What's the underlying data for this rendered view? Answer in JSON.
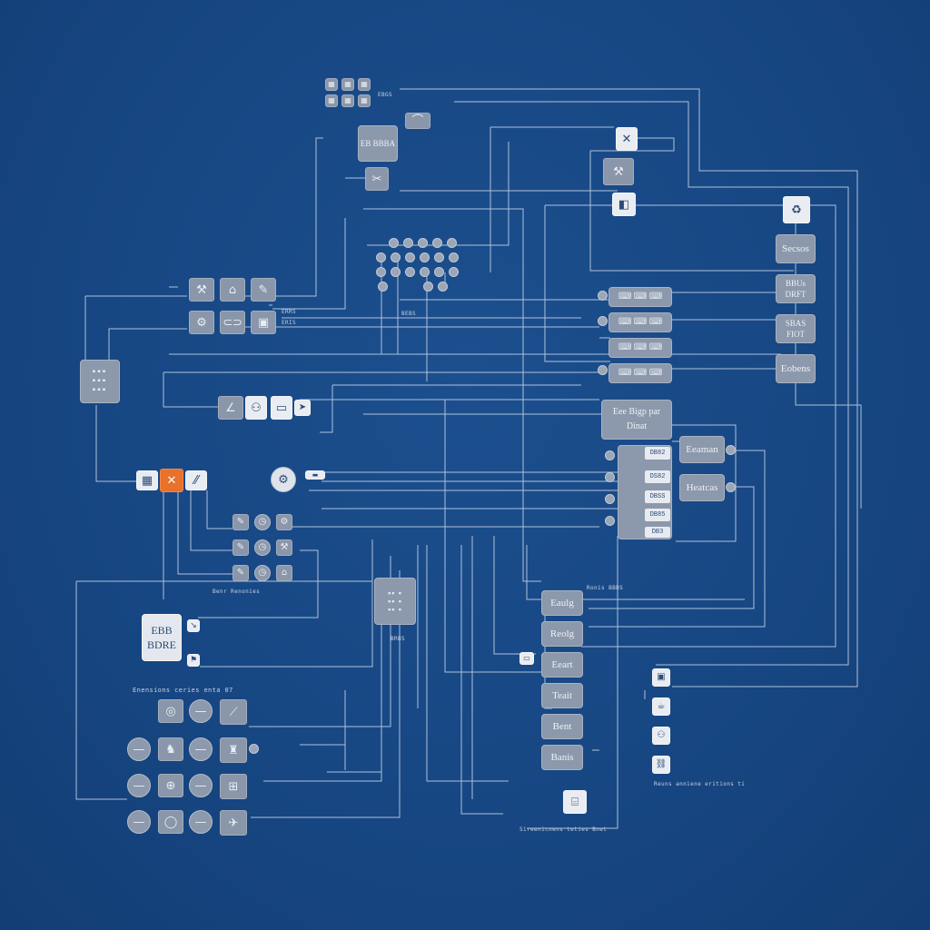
{
  "colors": {
    "background": "#174783",
    "wire": "#c9d6ea",
    "node": "#8c98ab",
    "accent": "#e8712b"
  },
  "right_column": {
    "top_icon": "recycle-icon",
    "items": [
      "Secsos",
      "BBUs DRFT",
      "SBAS FIOT",
      "Eobens"
    ]
  },
  "center_block": {
    "line1": "Eee Bigp par",
    "line2": "Dinat"
  },
  "right_mid": [
    "Eeaman",
    "Heatcas"
  ],
  "stack_cells": [
    "DB82",
    "DS82",
    "DBSS",
    "DB85",
    "DB3"
  ],
  "lower_column": [
    "Eaulg",
    "Reolg",
    "Eeart",
    "Teait",
    "Bent",
    "Banis"
  ],
  "left_card": {
    "line1": "EBB",
    "line2": "BDRE"
  },
  "captions": {
    "grid_top": "EBGS",
    "node_top": "EB BBBA",
    "center_cap": "BEBS",
    "mid_label_1": "ERRS",
    "mid_label_2": "ERIS",
    "panel_cap": "BRBS",
    "bottom_cap": "Enensions ceries enta 07",
    "badge_cap": "Benr Renonies",
    "lower_cap": "Ronis BBDS",
    "bottom_right_cap": "Reuns anniene eritions ti",
    "footer_cap": "Sireenicnens teties Bnet"
  }
}
